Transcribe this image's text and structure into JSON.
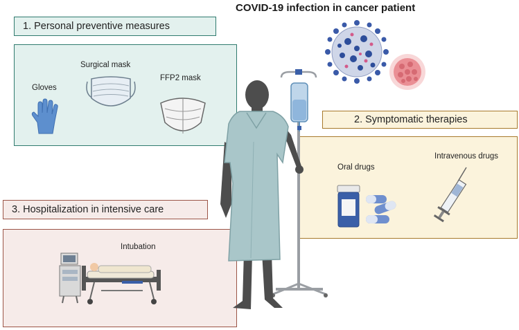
{
  "title": "COVID-19 infection in cancer patient",
  "section1": {
    "label": "1.  Personal preventive measures",
    "items": [
      {
        "label": "Gloves",
        "icon": "glove-icon"
      },
      {
        "label": "Surgical mask",
        "icon": "surgical-mask-icon"
      },
      {
        "label": "FFP2 mask",
        "icon": "ffp2-mask-icon"
      }
    ]
  },
  "section2": {
    "label": "2. Symptomatic therapies",
    "items": [
      {
        "label": "Oral drugs",
        "icon": "pill-bottle-icon"
      },
      {
        "label": "Intravenous drugs",
        "icon": "syringe-icon"
      }
    ]
  },
  "section3": {
    "label": "3. Hospitalization in intensive care",
    "items": [
      {
        "label": "Intubation",
        "icon": "hospital-bed-icon"
      }
    ]
  },
  "colors": {
    "section1_fill": "#e3f1ee",
    "section1_border": "#2f7a6e",
    "section2_fill": "#fbf3dc",
    "section2_border": "#a8792b",
    "section3_fill": "#f6ebe9",
    "section3_border": "#9b5446"
  }
}
